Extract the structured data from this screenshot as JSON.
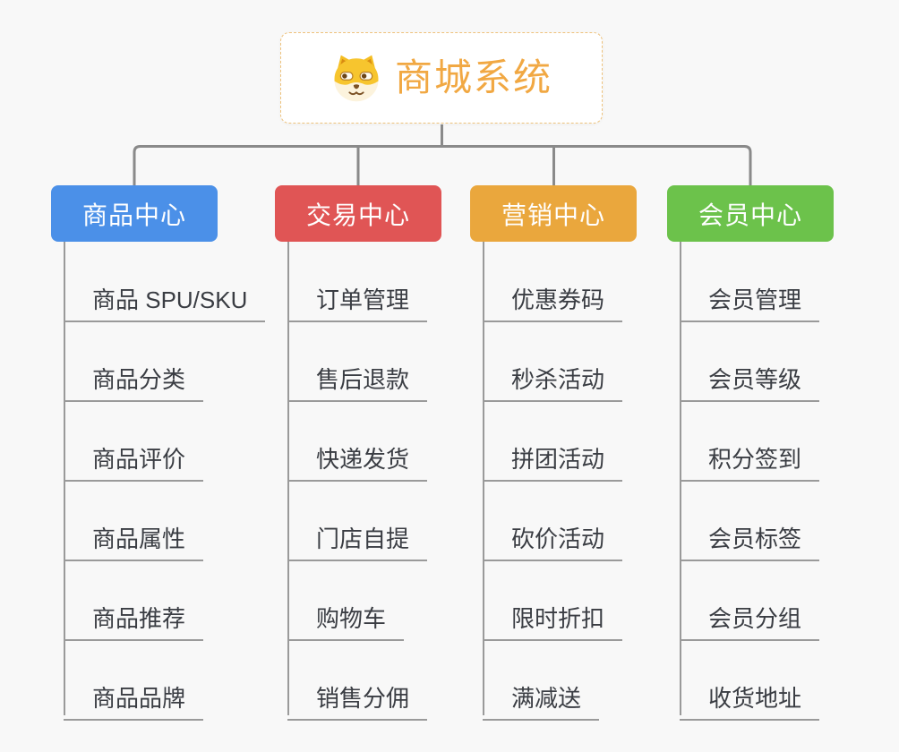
{
  "canvas": {
    "background": "#f8f8f8",
    "line_color": "#8f8f8f",
    "leaf_text_color": "#3a3d43"
  },
  "root": {
    "label": "商城系统",
    "text_color": "#f1a843",
    "border_color": "#eec27c",
    "icon": "dog-face-icon"
  },
  "branches": [
    {
      "label": "商品中心",
      "color": "#4b90e8",
      "children": [
        "商品 SPU/SKU",
        "商品分类",
        "商品评价",
        "商品属性",
        "商品推荐",
        "商品品牌"
      ]
    },
    {
      "label": "交易中心",
      "color": "#e05555",
      "children": [
        "订单管理",
        "售后退款",
        "快递发货",
        "门店自提",
        "购物车",
        "销售分佣"
      ]
    },
    {
      "label": "营销中心",
      "color": "#eaa73d",
      "children": [
        "优惠券码",
        "秒杀活动",
        "拼团活动",
        "砍价活动",
        "限时折扣",
        "满减送"
      ]
    },
    {
      "label": "会员中心",
      "color": "#6cc24b",
      "children": [
        "会员管理",
        "会员等级",
        "积分签到",
        "会员标签",
        "会员分组",
        "收货地址"
      ]
    }
  ]
}
